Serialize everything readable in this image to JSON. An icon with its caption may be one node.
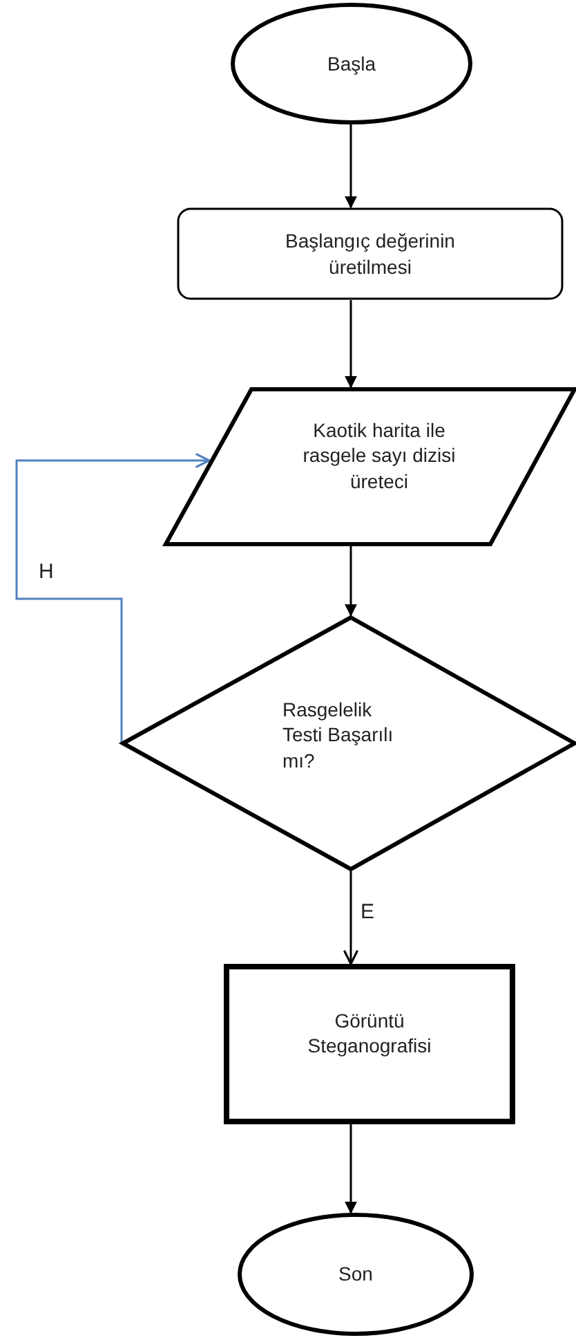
{
  "diagram": {
    "nodes": [
      {
        "text": [
          "Başla"
        ]
      },
      {
        "text": [
          "Başlangıç değerinin üretilmesi"
        ]
      },
      {
        "text": [
          "Kaotik harita ile rasgele sayı dizisi üreteci"
        ]
      },
      {
        "text": [
          "Rasgelelik Testi Başarılı mı?"
        ]
      },
      {
        "text": [
          "Görüntü Steganografisi"
        ]
      },
      {
        "text": [
          "Son"
        ]
      }
    ],
    "edges": [
      {
        "from": 0,
        "to": 1,
        "arrow": "to"
      },
      {
        "from": 1,
        "to": 2,
        "arrow": "to"
      },
      {
        "from": 2,
        "to": 3,
        "arrow": "to"
      },
      {
        "from": 3,
        "to": 2,
        "arrow": "to",
        "label": "H",
        "color": "#4f81bd"
      },
      {
        "from": 3,
        "to": 4,
        "arrow": "to",
        "label": "E"
      },
      {
        "from": 4,
        "to": 5,
        "arrow": "to"
      }
    ]
  }
}
